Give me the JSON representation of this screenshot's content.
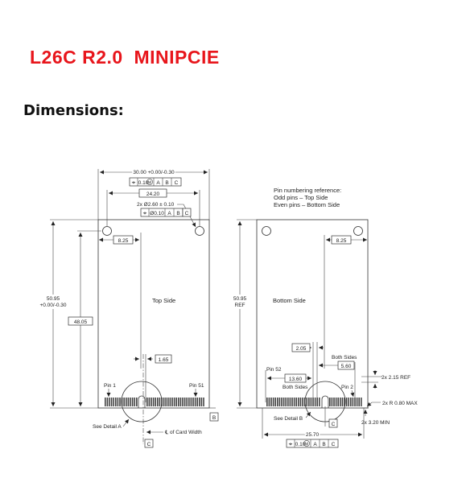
{
  "page": {
    "title": "L26C R2.0  MINIPCIE",
    "section_heading": "Dimensions:"
  },
  "drawing": {
    "pin_reference": {
      "line1": "Pin numbering reference:",
      "line2": "Odd pins – Top Side",
      "line3": "Even pins – Bottom Side"
    },
    "top_view": {
      "side_label": "Top Side",
      "width_dim": "30.00 +0.00/-0.30",
      "width_tol": {
        "sym": "⌖",
        "val": "0.10",
        "mod": "M",
        "a": "A",
        "b": "B",
        "c": "C"
      },
      "hole_spacing": "24.20",
      "hole_callout": "2x Ø2.60 ± 0.10",
      "hole_tol": {
        "sym": "⌖",
        "val": "Ø0.10",
        "a": "A",
        "b": "B",
        "c": "C"
      },
      "left_offset": "8.25",
      "height_dim_line1": "50.95",
      "height_dim_line2": "+0.00/-0.30",
      "hole_height": "48.05",
      "key_offset": "1.65",
      "pin1": "Pin 1",
      "pin51": "Pin 51",
      "detail": "See Detail A",
      "card_center": "℄ of Card Width",
      "datum_b": "B",
      "datum_c": "C"
    },
    "bottom_view": {
      "side_label": "Bottom Side",
      "height_line1": "50.95",
      "height_line2": "REF",
      "right_offset": "8.25",
      "dim_205": "2.05",
      "both_sides_1": "Both Sides",
      "dim_560": "5.60",
      "dim_1360": "13.60",
      "both_sides_2": "Both Sides",
      "pin52": "Pin 52",
      "pin2": "Pin 2",
      "dim_215": "2x 2.15 REF",
      "radius": "2x R 0.80 MAX",
      "min_dim": "2x 3.20 MIN",
      "detail": "See Detail B",
      "datum_c": "C",
      "width_dim": "25.70",
      "width_tol": {
        "sym": "⌖",
        "val": "0.10",
        "mod": "M",
        "a": "A",
        "b": "B",
        "c": "C"
      }
    }
  }
}
